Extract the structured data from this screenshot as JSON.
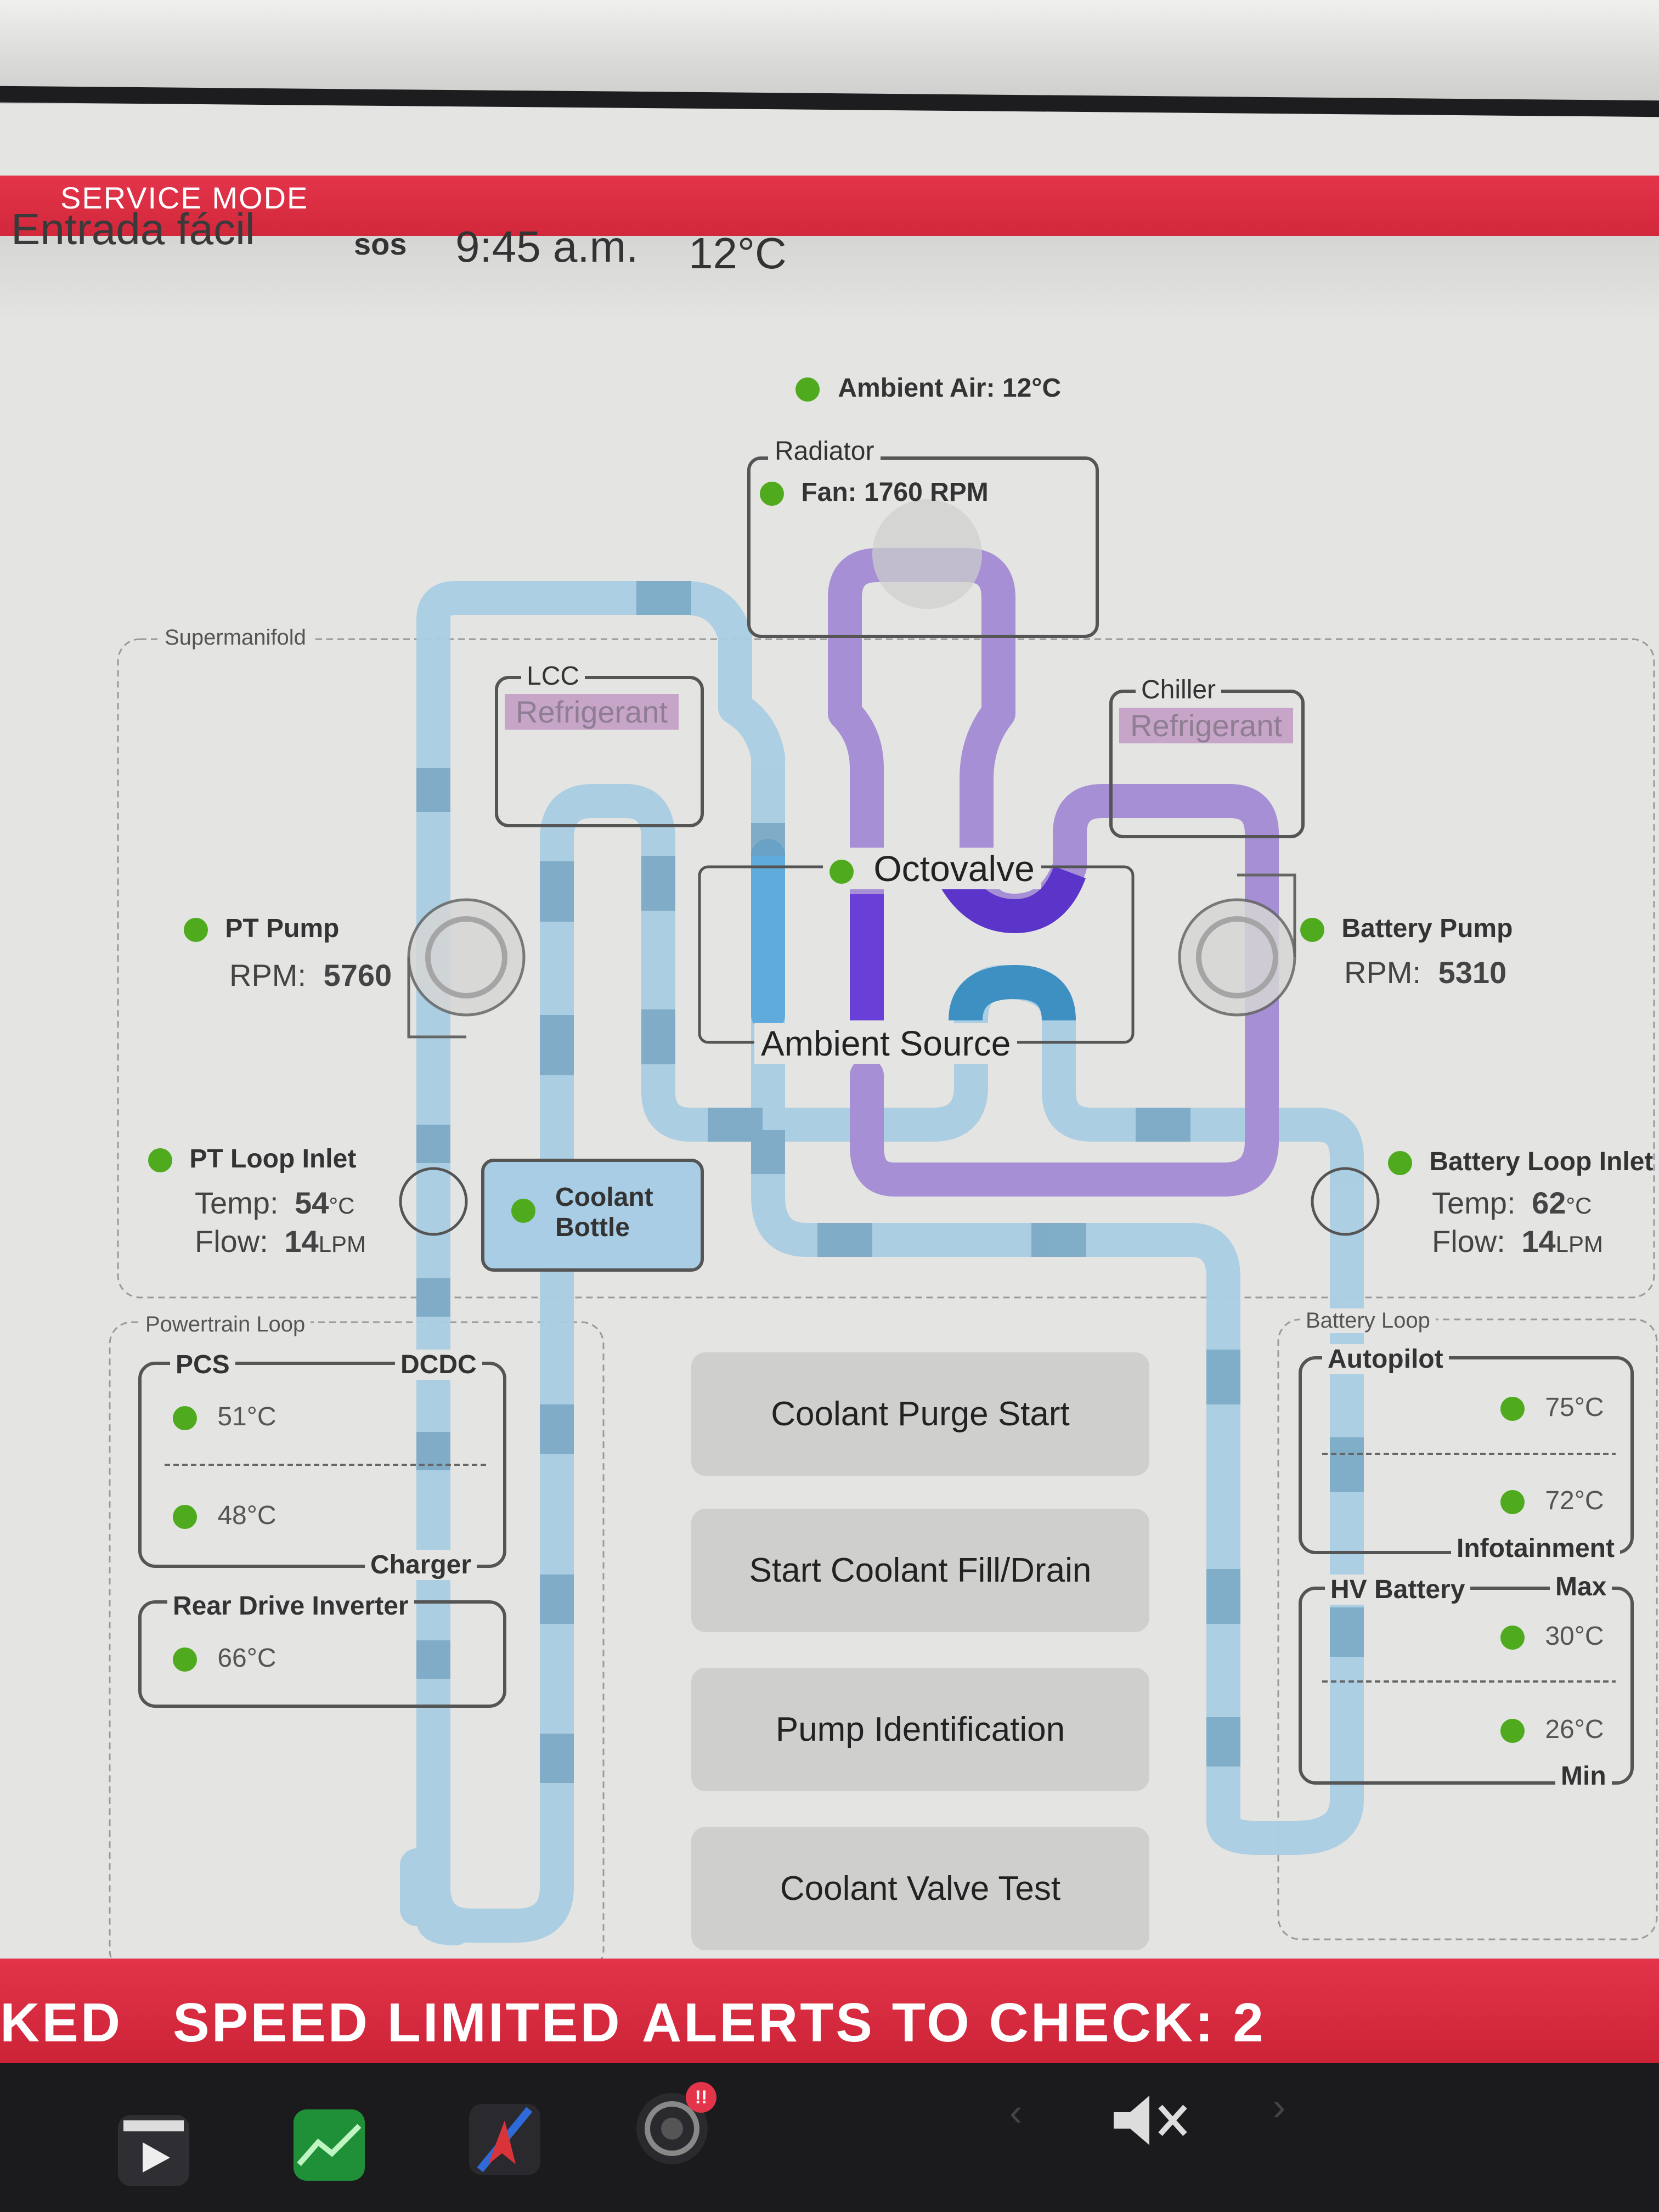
{
  "header": {
    "service_mode": "SERVICE MODE",
    "profile": "Entrada fácil",
    "sos": "sos",
    "time": "9:45 a.m.",
    "temperature": "12°C"
  },
  "ambient": {
    "label": "Ambient Air: 12°C"
  },
  "radiator": {
    "title": "Radiator",
    "fan": "Fan: 1760 RPM"
  },
  "supermanifold": {
    "title": "Supermanifold"
  },
  "lcc": {
    "title": "LCC",
    "medium": "Refrigerant"
  },
  "chiller": {
    "title": "Chiller",
    "medium": "Refrigerant"
  },
  "octovalve": {
    "title": "Octovalve",
    "subtitle": "Ambient Source"
  },
  "pt_pump": {
    "title": "PT Pump",
    "rpm_label": "RPM:",
    "rpm": "5760"
  },
  "battery_pump": {
    "title": "Battery Pump",
    "rpm_label": "RPM:",
    "rpm": "5310"
  },
  "pt_loop_inlet": {
    "title": "PT Loop Inlet",
    "temp_label": "Temp:",
    "temp": "54",
    "temp_unit": "°C",
    "flow_label": "Flow:",
    "flow": "14",
    "flow_unit": "LPM"
  },
  "battery_loop_inlet": {
    "title": "Battery Loop Inlet",
    "temp_label": "Temp:",
    "temp": "62",
    "temp_unit": "°C",
    "flow_label": "Flow:",
    "flow": "14",
    "flow_unit": "LPM"
  },
  "coolant_bottle": {
    "line1": "Coolant",
    "line2": "Bottle"
  },
  "powertrain_loop": {
    "title": "Powertrain Loop",
    "pcs": "PCS",
    "dcdc": "DCDC",
    "charger": "Charger",
    "pcs_temp": "51°C",
    "charger_temp": "48°C",
    "rdi": "Rear Drive Inverter",
    "rdi_temp": "66°C"
  },
  "battery_loop": {
    "title": "Battery Loop",
    "autopilot": "Autopilot",
    "infotainment": "Infotainment",
    "autopilot_temp": "75°C",
    "infotainment_temp": "72°C",
    "hv_battery": "HV Battery",
    "max": "Max",
    "min": "Min",
    "max_temp": "30°C",
    "min_temp": "26°C"
  },
  "actions": {
    "purge": "Coolant Purge Start",
    "fill": "Start Coolant Fill/Drain",
    "pump_id": "Pump Identification",
    "valve_test": "Coolant Valve Test"
  },
  "alerts": {
    "partial": "KED",
    "speed": "SPEED LIMITED",
    "check": "ALERTS TO CHECK: 2"
  },
  "dock": {
    "camera_badge": "!!",
    "icons": [
      "media-player-icon",
      "energy-app-icon",
      "navigation-icon",
      "dashcam-icon",
      "chevron-left-icon",
      "volume-muted-icon",
      "chevron-right-icon"
    ]
  },
  "colors": {
    "service_bar": "#d92d41",
    "status_dot": "#4faa1e",
    "coolant": "#9fc6e0",
    "refrigerant": "#a58bd6",
    "refrigerant_active": "#6a3fd8"
  }
}
